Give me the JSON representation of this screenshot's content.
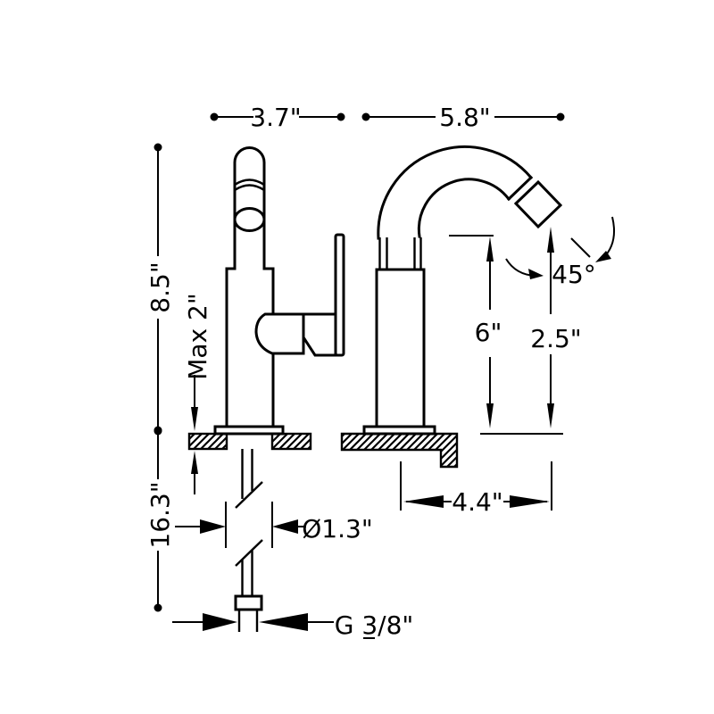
{
  "drawing": {
    "type": "technical-dimension-diagram",
    "subject": "single-hole bidet faucet, front view and side view with installation dimensions"
  },
  "colors": {
    "ink": "#000000",
    "background": "#ffffff"
  },
  "labels": {
    "front_width": "3.7\"",
    "side_reach": "5.8\"",
    "height_above_deck": "8.5\"",
    "max_deck_thickness": "Max 2\"",
    "spout_underside_height": "6\"",
    "outlet_height": "2.5\"",
    "outlet_angle": "45°",
    "base_to_outlet_reach": "4.4\"",
    "height_below_deck": "16.3\"",
    "mounting_hole_diameter": "Ø1.3\"",
    "supply_thread": "G 3/8\""
  }
}
